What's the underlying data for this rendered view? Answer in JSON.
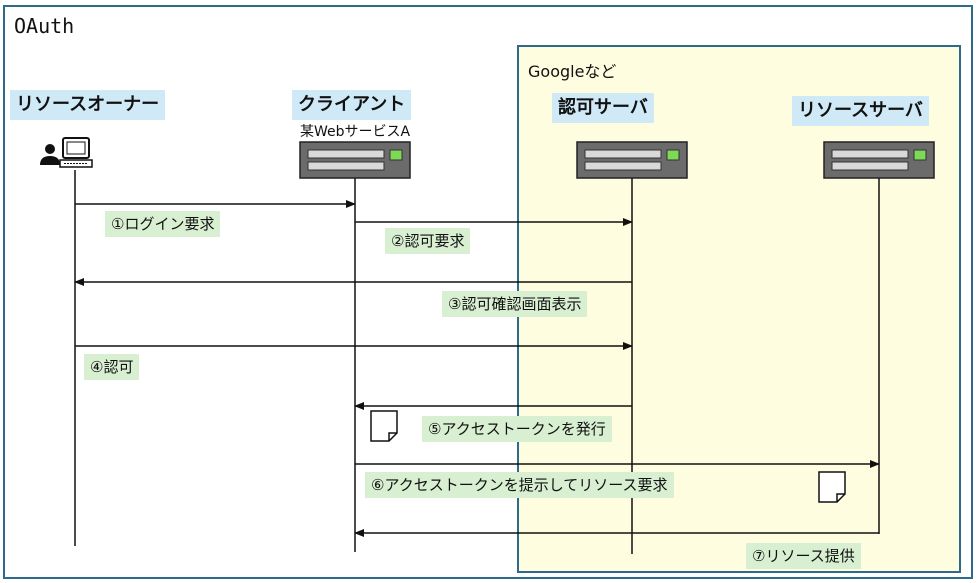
{
  "frame": {
    "title": "OAuth"
  },
  "region": {
    "title": "Googleなど",
    "fill": "#fffde0",
    "border": "#2e6b8a"
  },
  "actors": {
    "resource_owner": {
      "label": "リソースオーナー"
    },
    "client": {
      "label": "クライアント",
      "sublabel": "某WebサービスA"
    },
    "auth_server": {
      "label": "認可サーバ"
    },
    "resource_server": {
      "label": "リソースサーバ"
    }
  },
  "messages": [
    {
      "label": "①ログイン要求"
    },
    {
      "label": "②認可要求"
    },
    {
      "label": "③認可確認画面表示"
    },
    {
      "label": "④認可"
    },
    {
      "label": "⑤アクセストークンを発行"
    },
    {
      "label": "⑥アクセストークンを提示してリソース要求"
    },
    {
      "label": "⑦リソース提供"
    }
  ],
  "colors": {
    "actor_label_bg": "#cfe9f6",
    "message_label_bg": "#d8efd2",
    "server_body": "#6b6b6b",
    "server_led": "#7ed957"
  },
  "icons": [
    "user-computer-icon",
    "server-icon",
    "document-icon"
  ]
}
